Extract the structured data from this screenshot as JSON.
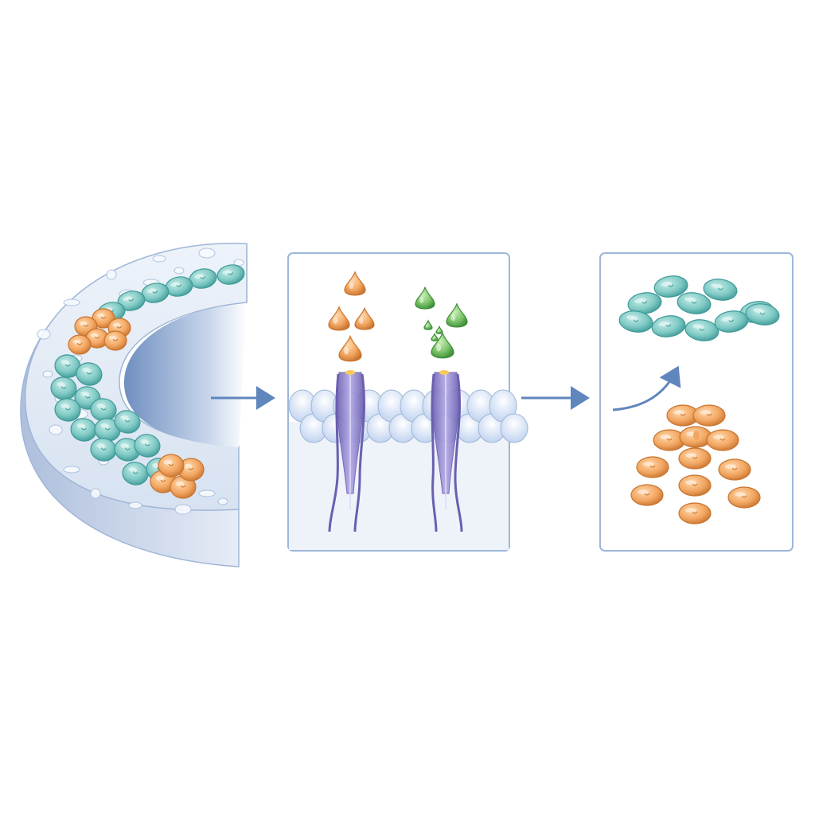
{
  "colors": {
    "background": "#ffffff",
    "tissue_wall": "#dbe6f3",
    "tissue_edge": "#9fb6d6",
    "lumen": "#7f9dc9",
    "teal_cell": "#7fc9c4",
    "teal_cell_dark": "#3f9a98",
    "orange_cell": "#f2a661",
    "orange_cell_dark": "#c8742f",
    "green_ligand": "#7cc46a",
    "green_ligand_dark": "#3e8f3a",
    "receptor": "#9a8fd2",
    "receptor_dark": "#6a5fb0",
    "membrane": "#d3e0f5",
    "panel_border": "#9db7da",
    "panel_fill": "#f4f7fc",
    "arrow": "#5f86bd"
  },
  "panels": [
    {
      "role": "tissue-section"
    },
    {
      "role": "receptor-signaling"
    },
    {
      "role": "cell-fate-outcome"
    }
  ]
}
